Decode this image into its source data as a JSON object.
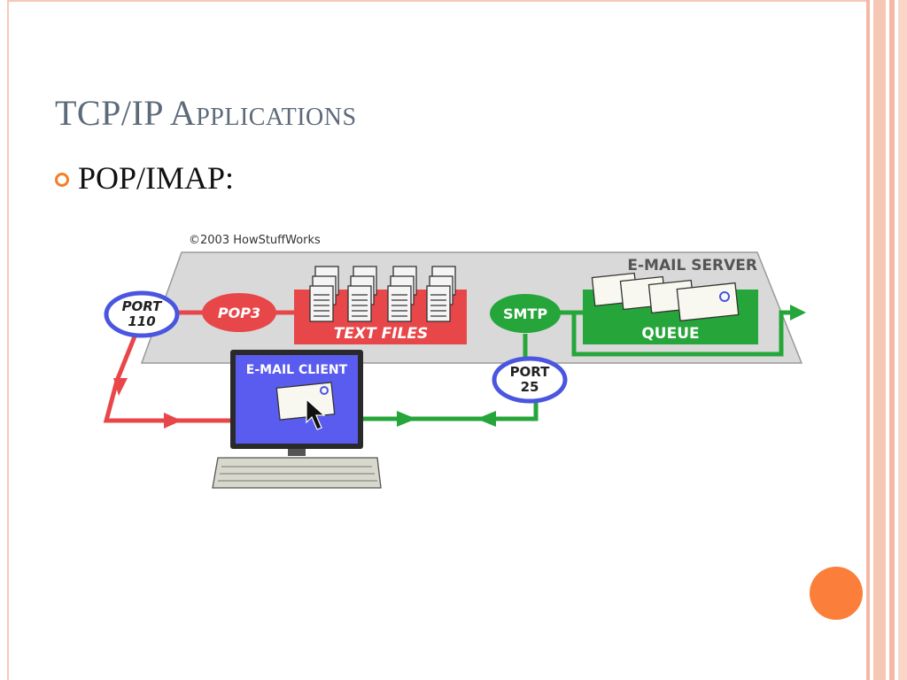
{
  "slide": {
    "title": "TCP/IP Applications",
    "bullets": [
      "POP/IMAP:"
    ]
  },
  "diagram": {
    "copyright": "©2003 HowStuffWorks",
    "server_label": "E-MAIL SERVER",
    "pop3_label": "POP3",
    "port110_line1": "PORT",
    "port110_line2": "110",
    "text_files_label": "TEXT FILES",
    "smtp_label": "SMTP",
    "queue_label": "QUEUE",
    "port25_line1": "PORT",
    "port25_line2": "25",
    "client_label": "E-MAIL CLIENT"
  },
  "colors": {
    "title": "#5c6a7a",
    "bullet": "#f57e2c",
    "red_path": "#e8474a",
    "green_path": "#26a63a",
    "port_ring": "#4a55e0",
    "server_plane": "#d6d6d6",
    "client_screen": "#5a5cf0"
  }
}
